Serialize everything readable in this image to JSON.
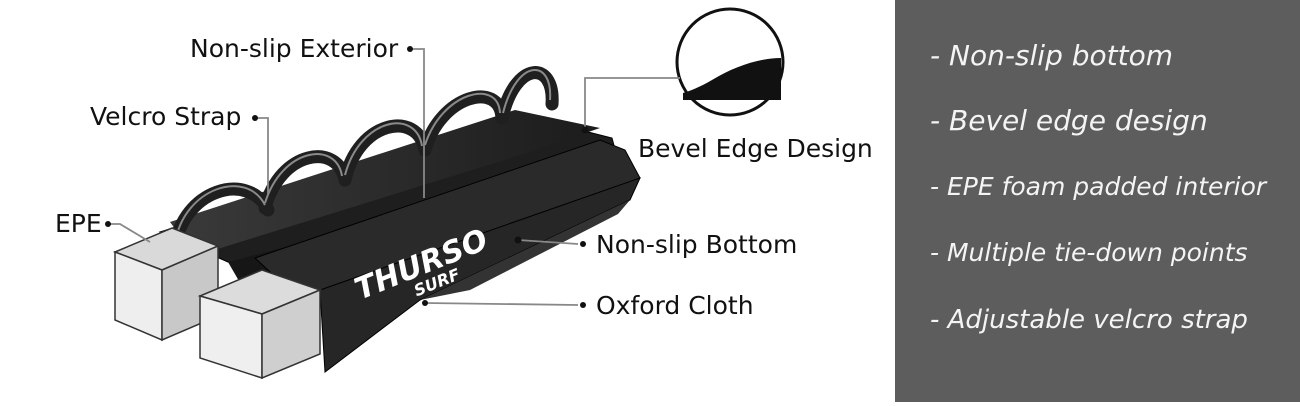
{
  "diagram": {
    "brand_line1": "THURSO",
    "brand_line2": "SURF",
    "callouts": {
      "non_slip_exterior": "Non-slip Exterior",
      "velcro_strap": "Velcro Strap",
      "epe": "EPE",
      "bevel_edge_design": "Bevel Edge Design",
      "non_slip_bottom": "Non-slip Bottom",
      "oxford_cloth": "Oxford Cloth"
    }
  },
  "features": [
    "- Non-slip bottom",
    "- Bevel edge design",
    "- EPE foam padded interior",
    "- Multiple tie-down points",
    "- Adjustable velcro strap"
  ],
  "colors": {
    "panel_bg": "#5d5d5d",
    "pad_fabric": "#262626",
    "foam": "#e9e9e9"
  }
}
